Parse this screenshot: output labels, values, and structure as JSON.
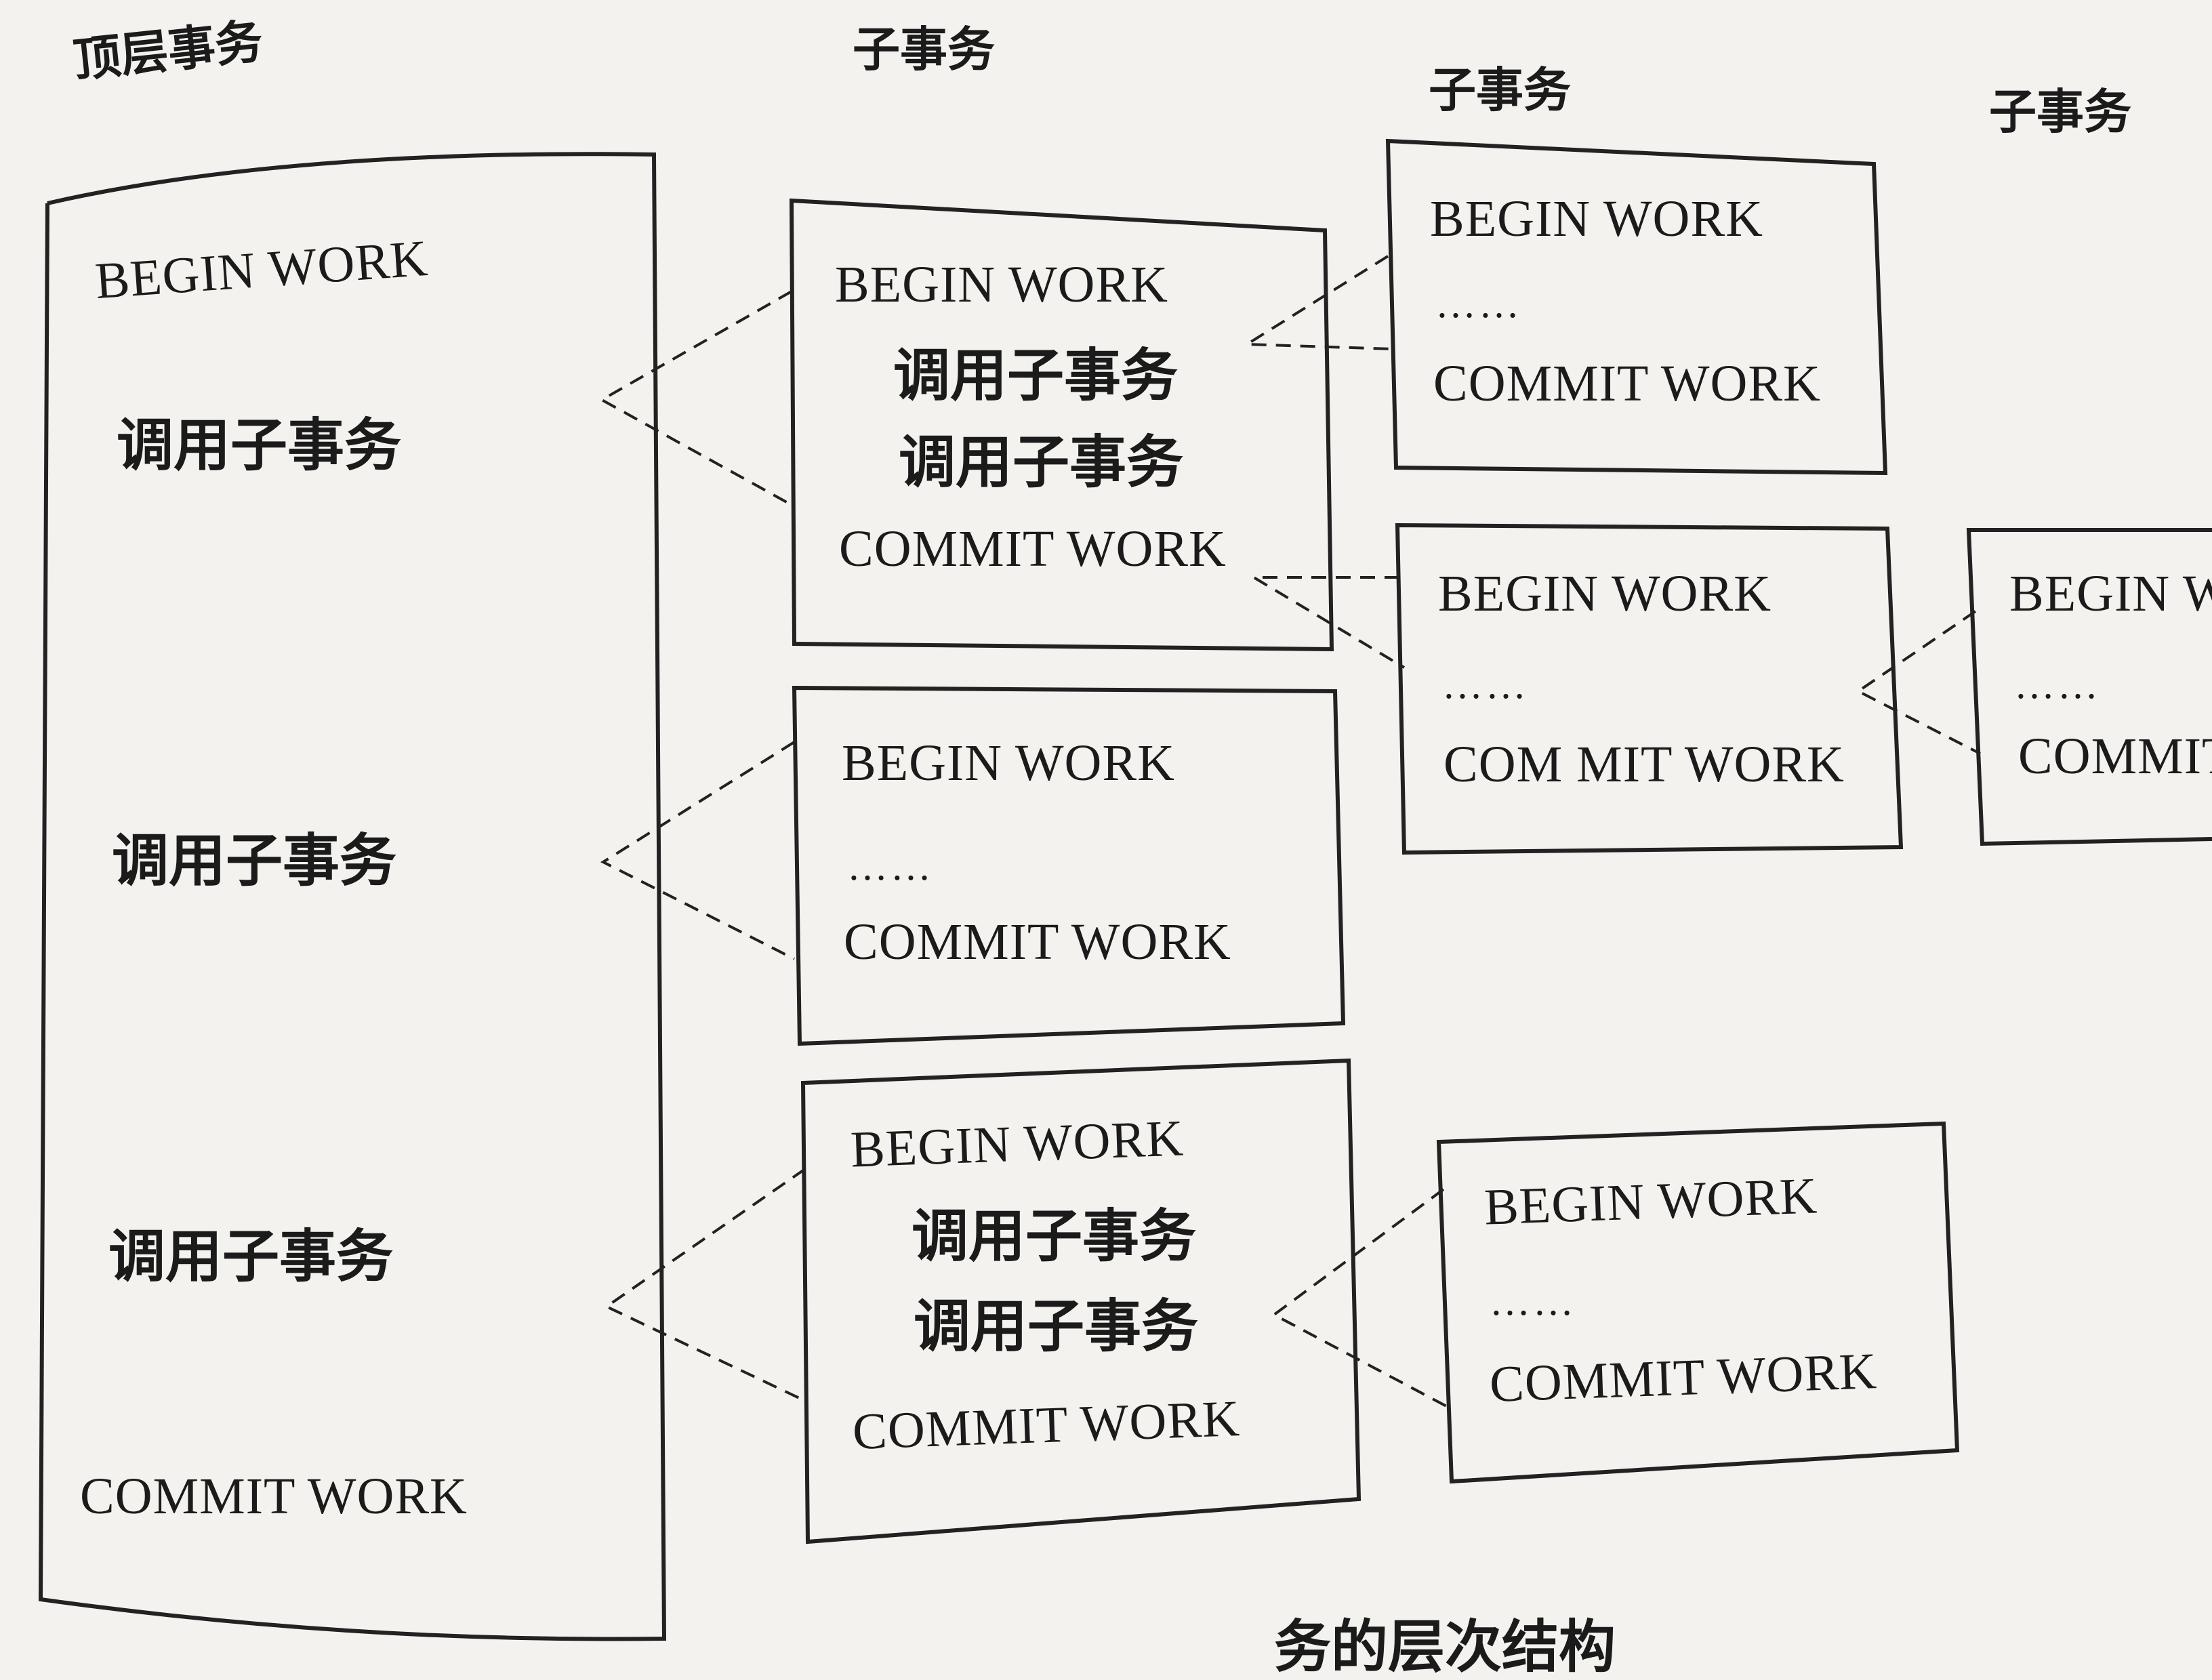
{
  "headers": {
    "top": "顶层事务",
    "sub1": "子事务",
    "sub2": "子事务",
    "sub3": "子事务"
  },
  "top_transaction": {
    "begin": "BEGIN WORK",
    "call1": "调用子事务",
    "call2": "调用子事务",
    "call3": "调用子事务",
    "commit": "COMMIT WORK"
  },
  "sub_a": {
    "begin": "BEGIN WORK",
    "call1": "调用子事务",
    "call2": "调用子事务",
    "commit": "COMMIT WORK"
  },
  "sub_b": {
    "begin": "BEGIN WORK",
    "dots": "……",
    "commit": "COMMIT WORK"
  },
  "sub_c": {
    "begin": "BEGIN WORK",
    "call1": "调用子事务",
    "call2": "调用子事务",
    "commit": "COMMIT WORK"
  },
  "sub_a1": {
    "begin": "BEGIN WORK",
    "dots": "……",
    "commit": "COMMIT WORK"
  },
  "sub_a2": {
    "begin": "BEGIN WORK",
    "dots": "……",
    "commit": "COM MIT WORK"
  },
  "sub_a2x": {
    "begin": "BEGIN W",
    "dots": "……",
    "commit": "COMMIT"
  },
  "sub_c1": {
    "begin": "BEGIN WORK",
    "dots": "……",
    "commit": "COMMIT WORK"
  },
  "caption": "务的层次结构"
}
